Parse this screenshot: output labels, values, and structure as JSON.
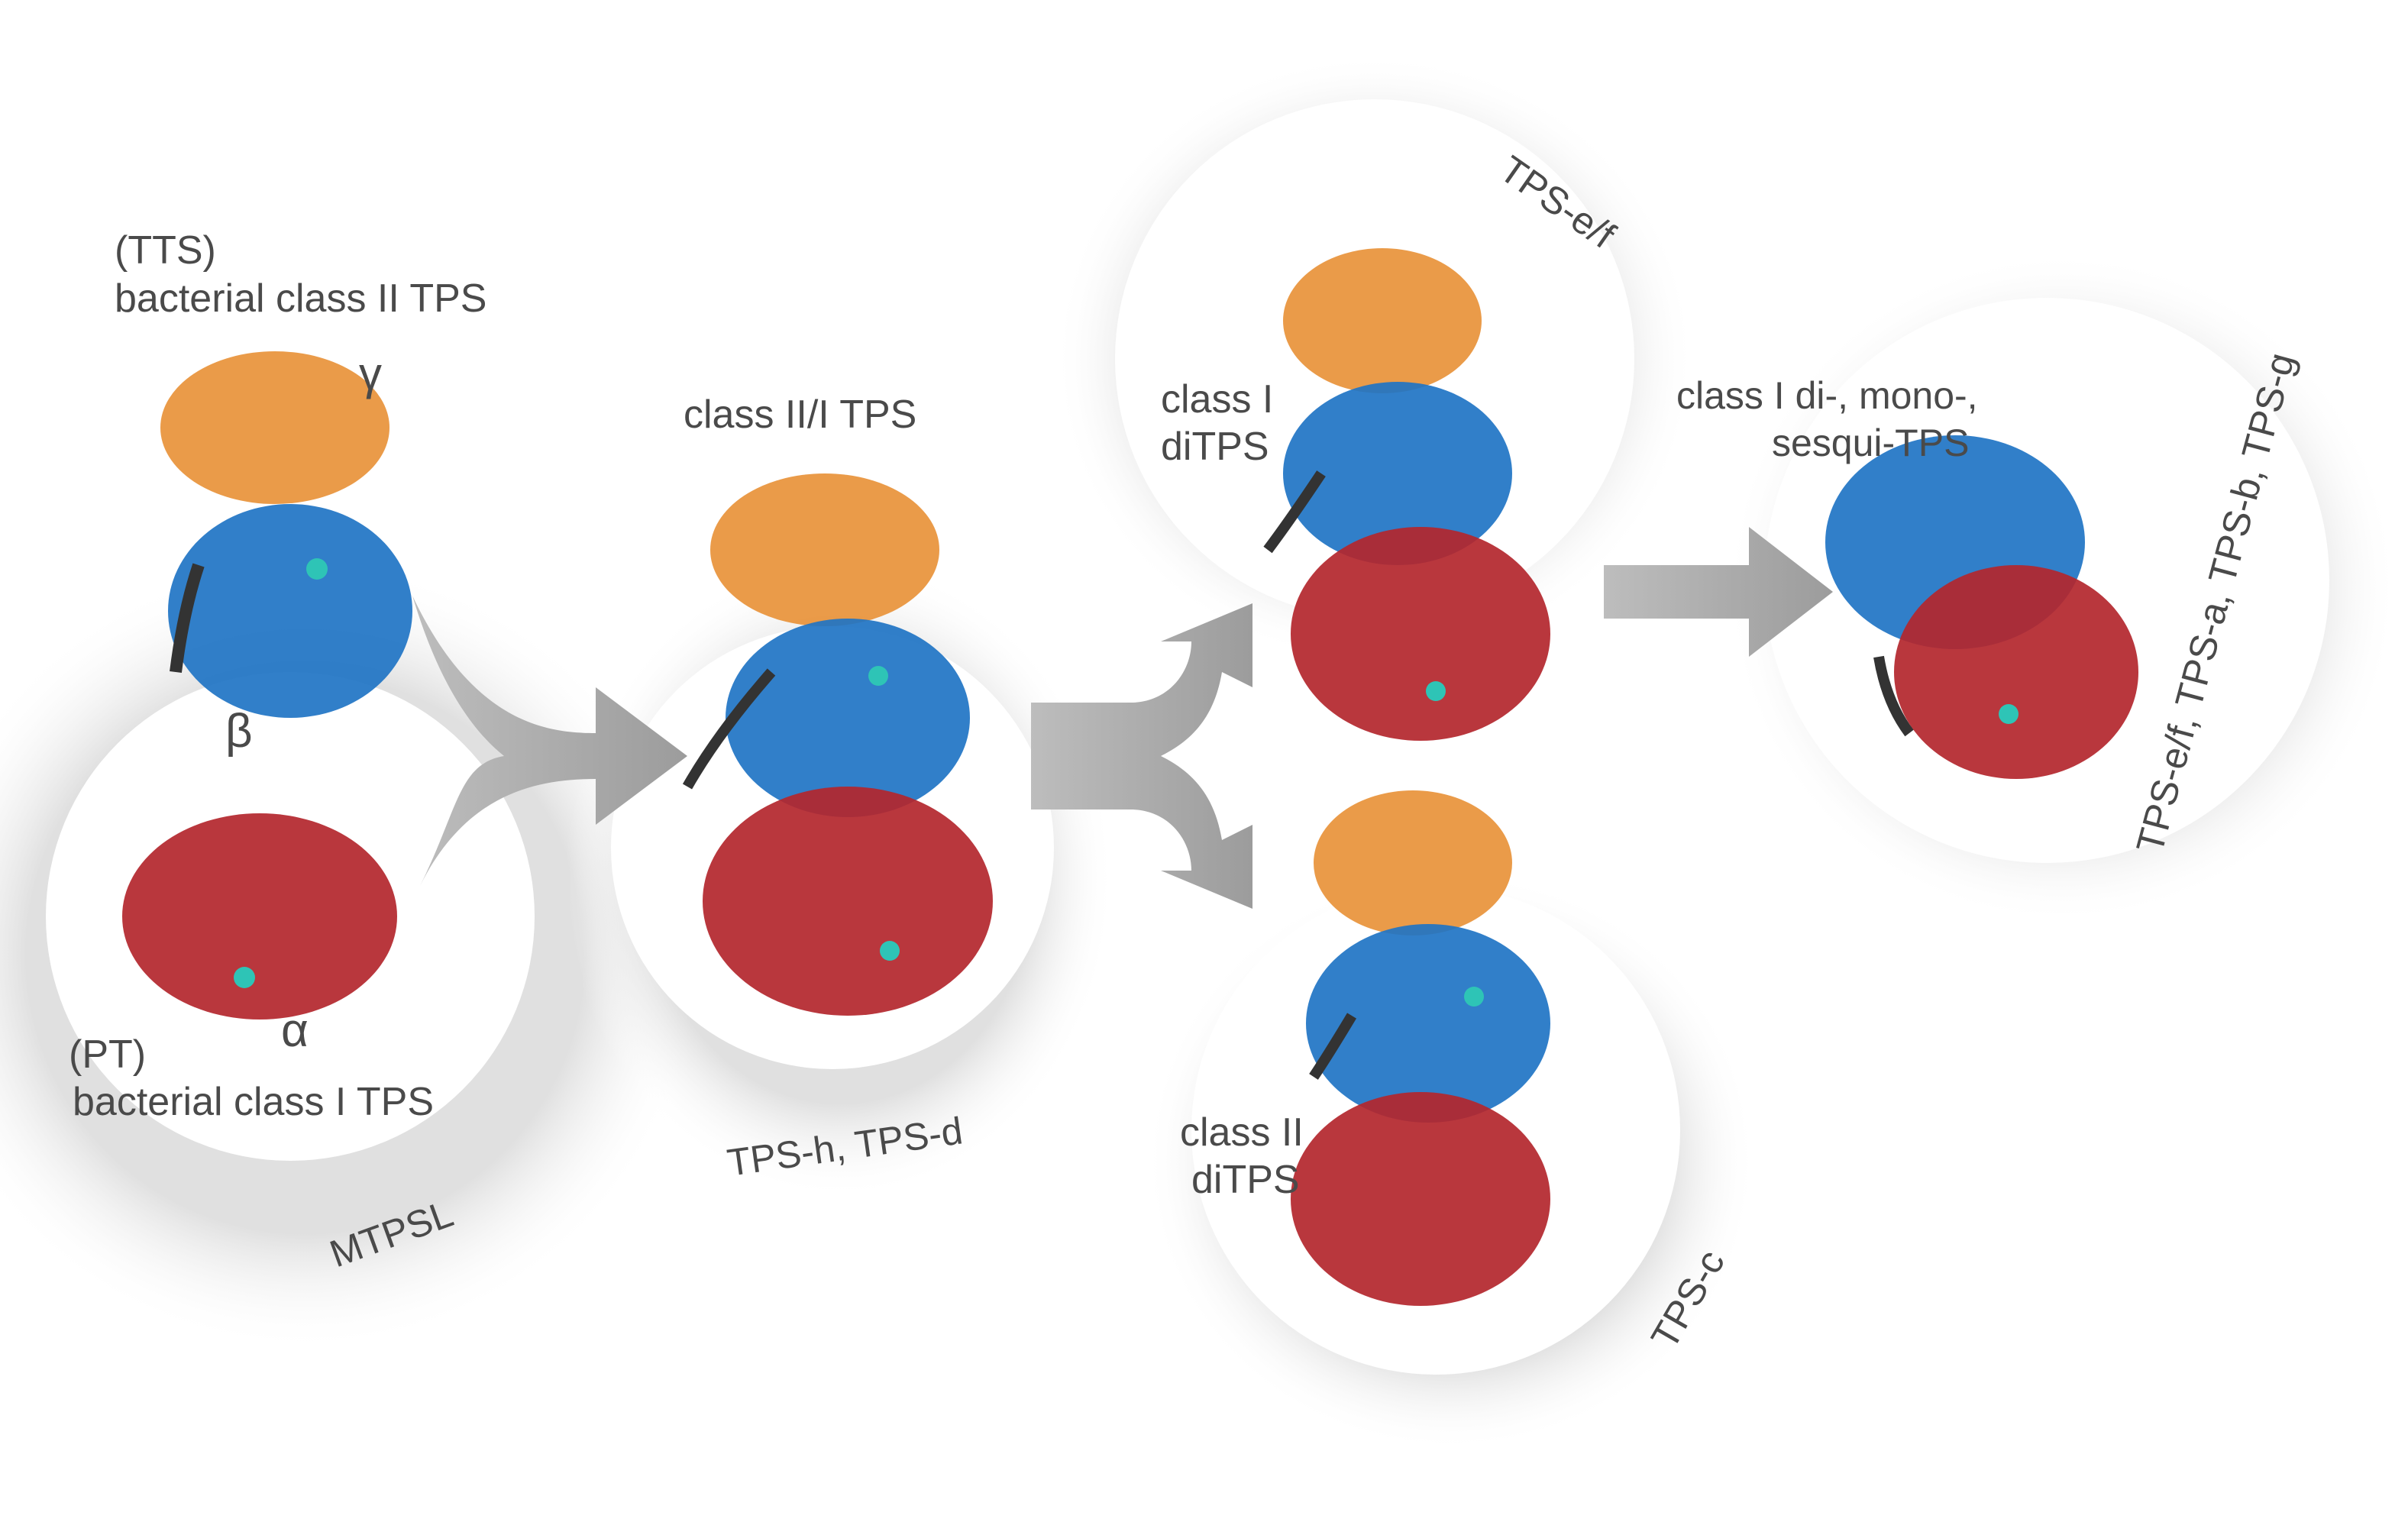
{
  "labels": {
    "tts": "(TTS)",
    "bacterial_class_ii": "bacterial class II TPS",
    "gamma": "γ",
    "beta": "β",
    "alpha": "α",
    "pt": "(PT)",
    "bacterial_class_i": "bacterial class I TPS",
    "mtpsl": "MTPSL",
    "class_ii_i": "class II/I TPS",
    "tps_h_d": "TPS-h, TPS-d",
    "tps_ef_top": "TPS-e/f",
    "class_i": "class I",
    "ditps_top": "diTPS",
    "class_ii": "class II",
    "ditps_bottom": "diTPS",
    "tps_c": "TPS-c",
    "class_i_di_mono": "class I di-, mono-,",
    "sesqui": "sesqui-TPS",
    "tps_right": "TPS-e/f, TPS-a, TPS-b, TPS-g"
  },
  "colors": {
    "gamma_domain": "#e8923a",
    "beta_domain": "#1f74c4",
    "alpha_domain": "#b3262d",
    "linker": "#333333",
    "ligand": "#2ec4b6",
    "arrow": "#a9a9a9",
    "text": "#4a4a4a"
  }
}
